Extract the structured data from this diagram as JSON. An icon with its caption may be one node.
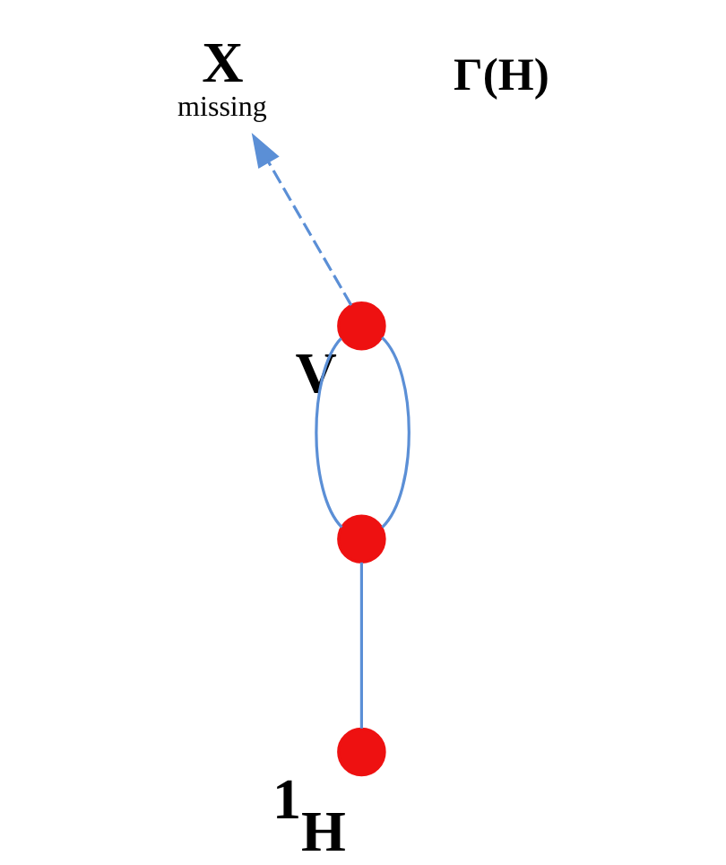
{
  "diagram": {
    "nodes": [
      {
        "text": [],
        "shape": "circle",
        "beside": [
          "1$_{H}$"
        ]
      },
      {
        "text": [],
        "shape": "circle"
      },
      {
        "text": [],
        "shape": "circle",
        "beside": [
          "V"
        ]
      },
      {
        "text": [
          "X",
          "missing"
        ]
      }
    ],
    "edges": [
      {
        "from": 0,
        "to": 1,
        "arrow": "none"
      },
      {
        "from": 1,
        "to": 2,
        "arrow": "none"
      },
      {
        "from": 2,
        "to": 1,
        "arrow": "none"
      },
      {
        "from": 2,
        "to": 3,
        "arrow": "to",
        "style": "dashed"
      }
    ],
    "labels": [
      "Γ(H)"
    ]
  }
}
